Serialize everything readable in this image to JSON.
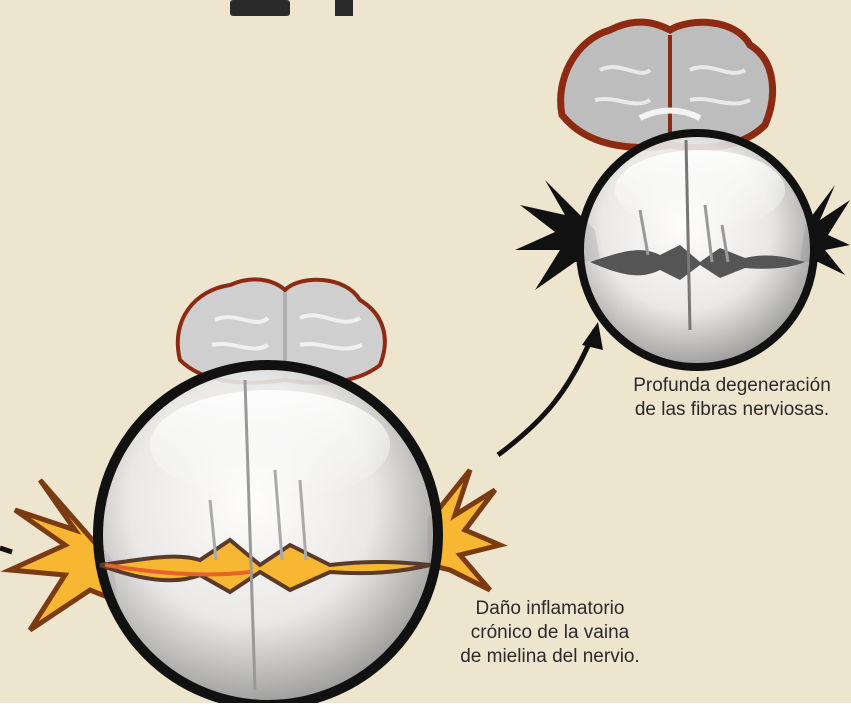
{
  "captions": {
    "severe": {
      "line1": "Profunda degeneración",
      "line2": "de las fibras nerviosas."
    },
    "chronic": {
      "line1": "Daño inflamatorio",
      "line2": "crónico de la vaina",
      "line3": "de mielina del nervio."
    }
  },
  "colors": {
    "background": "#eee5cf",
    "neuron_healthy": "#f7b733",
    "neuron_damaged": "#111111",
    "brain_cortex": "#8c2a12",
    "brain_fill": "#cfcfcf"
  }
}
